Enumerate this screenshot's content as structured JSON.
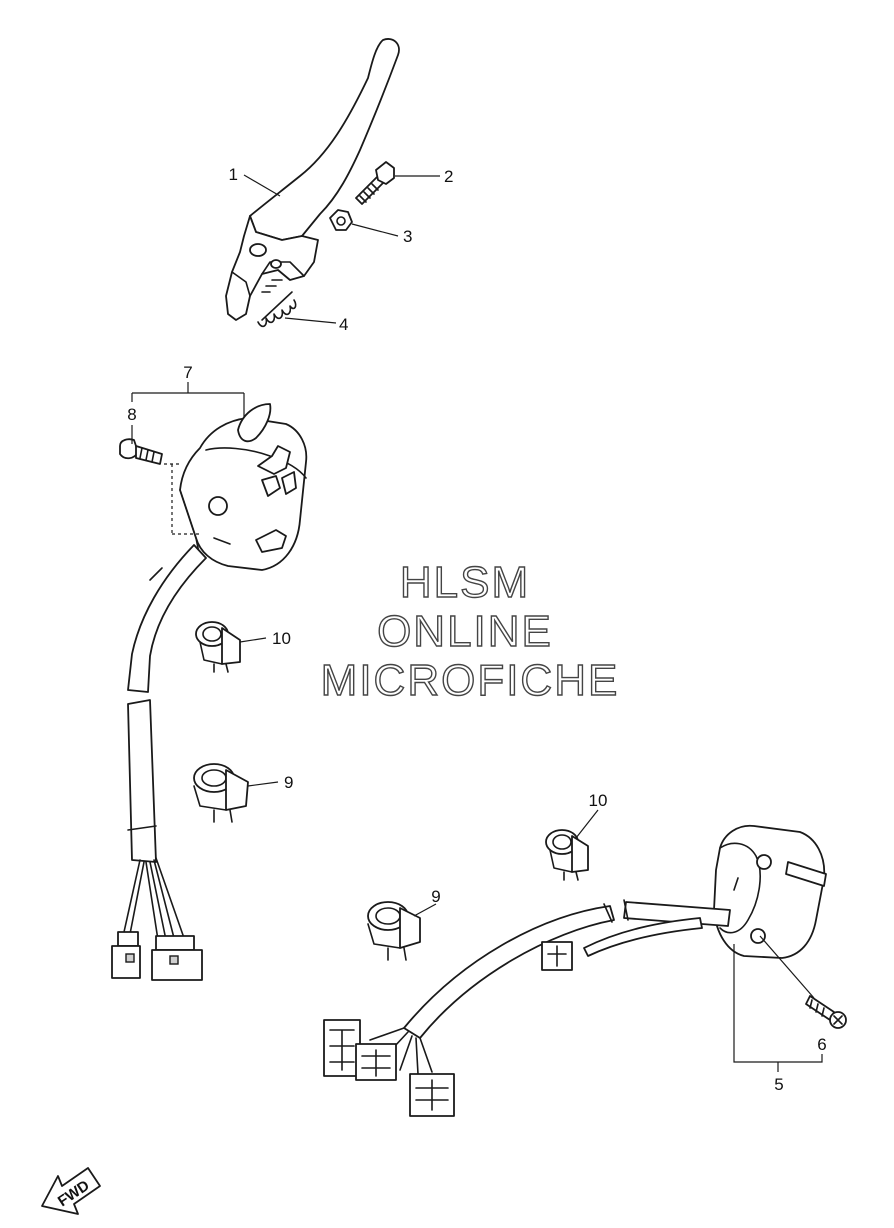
{
  "watermark": {
    "line1": "HLSM",
    "line2": "ONLINE",
    "line3": "MICROFICHE"
  },
  "callouts": {
    "c1": "1",
    "c2": "2",
    "c3": "3",
    "c4": "4",
    "c5": "5",
    "c6": "6",
    "c7": "7",
    "c8": "8",
    "c9a": "9",
    "c9b": "9",
    "c10a": "10",
    "c10b": "10"
  },
  "direction_arrow": {
    "label": "FWD"
  }
}
